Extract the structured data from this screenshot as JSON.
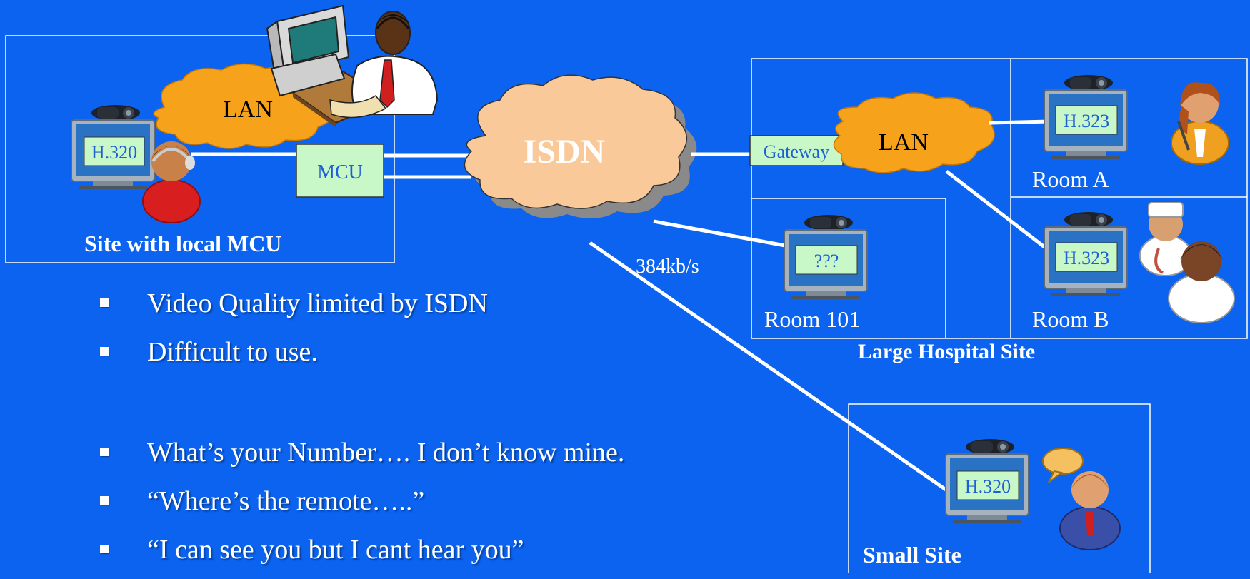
{
  "diagram": {
    "network": "ISDN",
    "left_site": {
      "title": "Site with local MCU",
      "lan": "LAN",
      "terminal": "H.320",
      "mcu": "MCU"
    },
    "hospital": {
      "title": "Large Hospital Site",
      "gateway": "Gateway",
      "lan": "LAN",
      "rooms": [
        {
          "name": "Room A",
          "terminal": "H.323"
        },
        {
          "name": "Room B",
          "terminal": "H.323"
        },
        {
          "name": "Room 101",
          "terminal": "???"
        }
      ]
    },
    "small_site": {
      "title": "Small Site",
      "terminal": "H.320"
    },
    "link_speed": "384kb/s"
  },
  "bullets_top": [
    "Video Quality limited by ISDN",
    "Difficult to use."
  ],
  "bullets_bottom": [
    "What’s your Number…. I don’t know mine.",
    "“Where’s the remote…..”",
    "“I can see you but I cant hear you”"
  ],
  "colors": {
    "background": "#0b63f0",
    "cloud_orange": "#f7a21b",
    "isdn_cloud": "#f9c99a",
    "box_fill": "#c8f7c8",
    "box_text": "#1f5fd6"
  }
}
